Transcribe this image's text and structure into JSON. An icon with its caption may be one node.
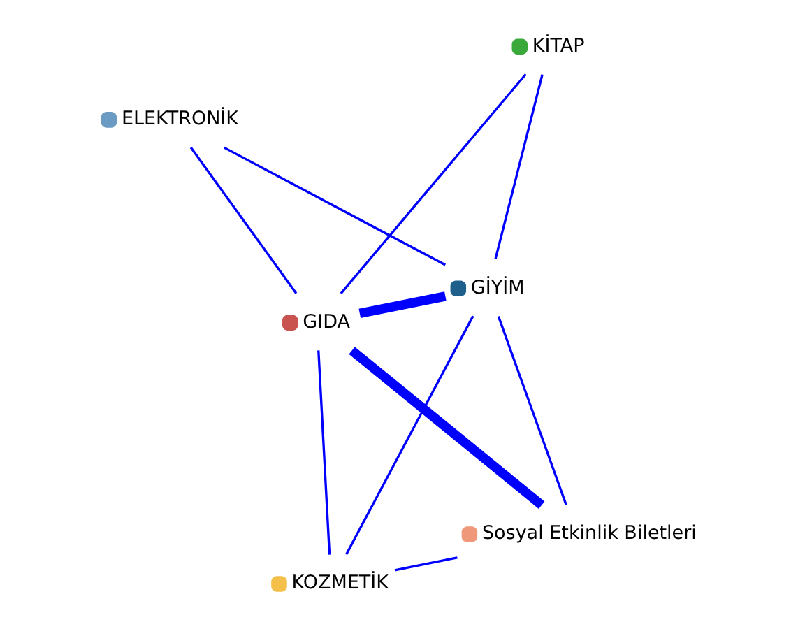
{
  "diagram": {
    "nodes": [
      {
        "text": [
          "GIDA"
        ]
      },
      {
        "text": [
          "GİYİM"
        ]
      },
      {
        "text": [
          "KOZMETİK"
        ]
      },
      {
        "text": [
          "ELEKTRONİK"
        ]
      },
      {
        "text": [
          "Sosyal Etkinlik Biletleri"
        ]
      },
      {
        "text": [
          "KİTAP"
        ]
      }
    ],
    "edges": [
      {
        "from": 1,
        "to": 0,
        "arrow": "none",
        "style": "thick"
      },
      {
        "from": 1,
        "to": 2,
        "arrow": "none"
      },
      {
        "from": 1,
        "to": 3,
        "arrow": "none"
      },
      {
        "from": 1,
        "to": 5,
        "arrow": "none"
      },
      {
        "from": 1,
        "to": 4,
        "arrow": "none"
      },
      {
        "from": 2,
        "to": 0,
        "arrow": "none"
      },
      {
        "from": 2,
        "to": 4,
        "arrow": "none"
      },
      {
        "from": 0,
        "to": 5,
        "arrow": "none"
      },
      {
        "from": 0,
        "to": 4,
        "arrow": "none",
        "style": "thick"
      },
      {
        "from": 0,
        "to": 3,
        "arrow": "none"
      }
    ]
  }
}
